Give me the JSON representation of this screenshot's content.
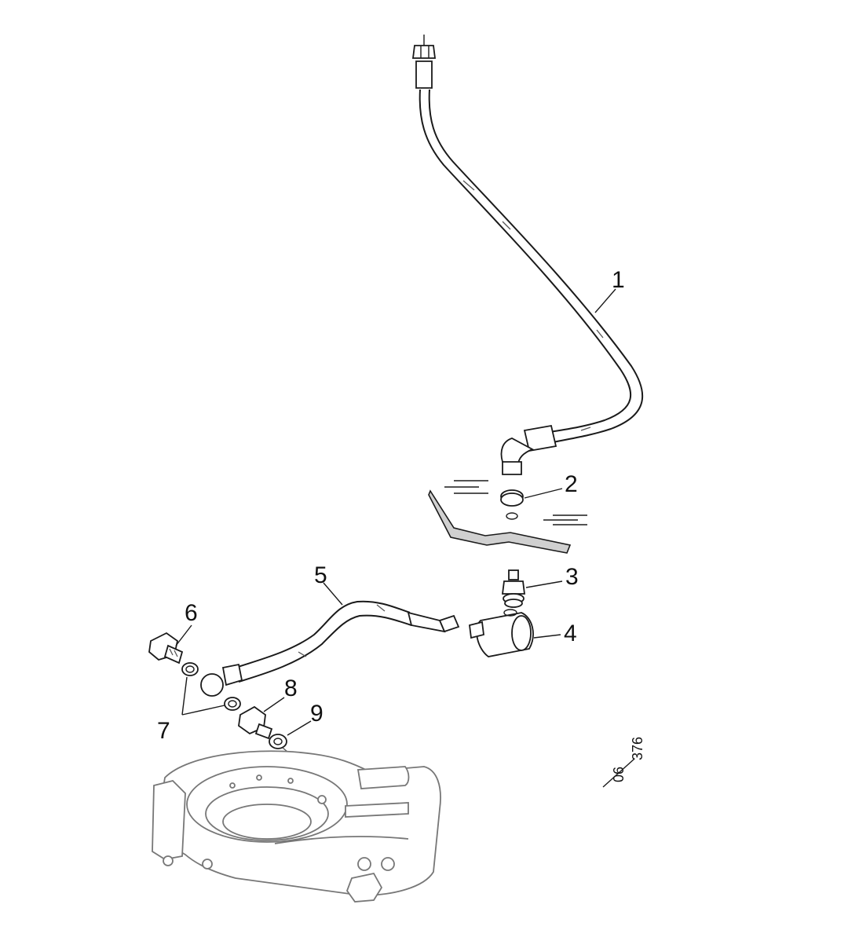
{
  "callouts": [
    {
      "id": "1",
      "label": "1"
    },
    {
      "id": "2",
      "label": "2"
    },
    {
      "id": "3",
      "label": "3"
    },
    {
      "id": "4",
      "label": "4"
    },
    {
      "id": "5",
      "label": "5"
    },
    {
      "id": "6",
      "label": "6"
    },
    {
      "id": "7",
      "label": "7"
    },
    {
      "id": "8",
      "label": "8"
    },
    {
      "id": "9",
      "label": "9"
    }
  ],
  "drawing_ref": {
    "top": "06",
    "bottom": "376"
  }
}
